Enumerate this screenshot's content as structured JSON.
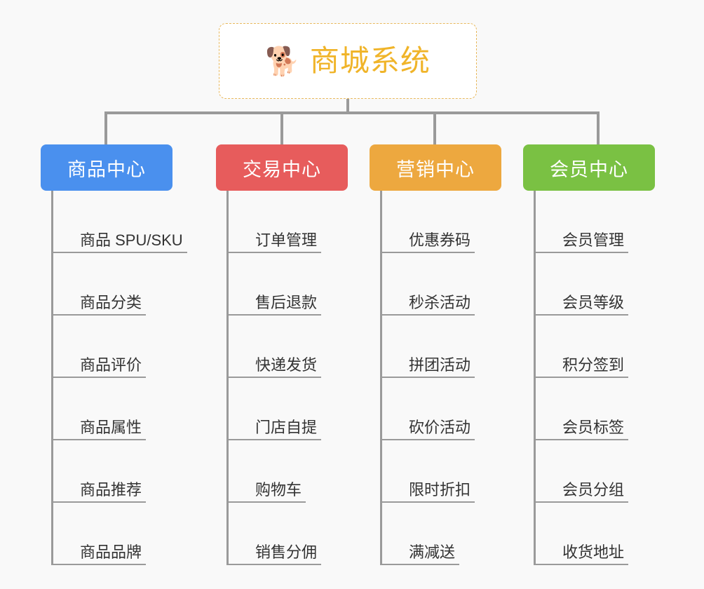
{
  "diagram": {
    "type": "org-chart",
    "background_color": "#f9f9f9",
    "connector_color": "#9a9a9a",
    "root": {
      "icon": "shiba-dog-face-emoji",
      "icon_glyph": "🐕",
      "title": "商城系统",
      "text_color": "#f0b429",
      "border_color": "#e8b85c",
      "background_color": "#ffffff"
    },
    "categories": [
      {
        "label": "商品中心",
        "color": "#4a90ee",
        "items": [
          "商品 SPU/SKU",
          "商品分类",
          "商品评价",
          "商品属性",
          "商品推荐",
          "商品品牌"
        ]
      },
      {
        "label": "交易中心",
        "color": "#e75c5c",
        "items": [
          "订单管理",
          "售后退款",
          "快递发货",
          "门店自提",
          "购物车",
          "销售分佣"
        ]
      },
      {
        "label": "营销中心",
        "color": "#eda83f",
        "items": [
          "优惠券码",
          "秒杀活动",
          "拼团活动",
          "砍价活动",
          "限时折扣",
          "满减送"
        ]
      },
      {
        "label": "会员中心",
        "color": "#7ac143",
        "items": [
          "会员管理",
          "会员等级",
          "积分签到",
          "会员标签",
          "会员分组",
          "收货地址"
        ]
      }
    ]
  }
}
